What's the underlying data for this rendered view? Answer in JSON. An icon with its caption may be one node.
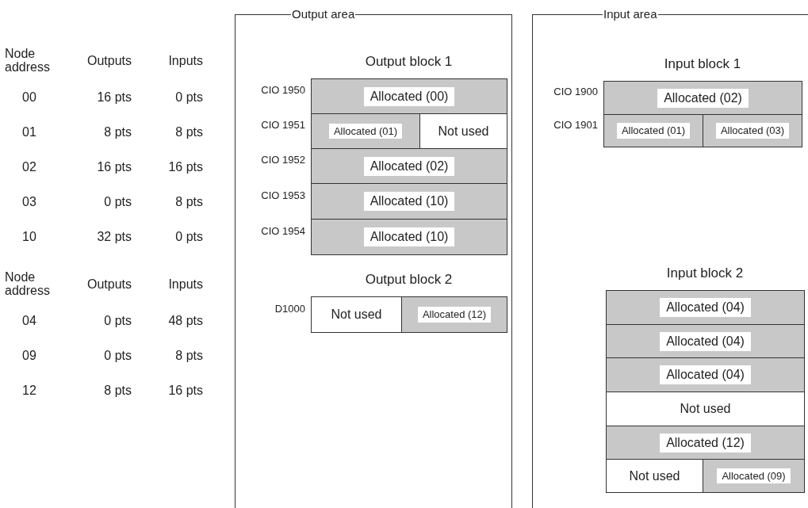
{
  "diagram": {
    "nodes": [
      {
        "text": [
          "Output area"
        ]
      },
      {
        "text": [
          "Output block 1"
        ],
        "in": 0
      },
      {
        "text": [
          "Allocated (00)"
        ],
        "in": 1,
        "beside": [
          "CIO 1950"
        ]
      },
      {
        "text": [
          "Allocated (01)"
        ],
        "in": 1,
        "beside": [
          "CIO 1951"
        ]
      },
      {
        "text": [
          "Not used"
        ],
        "in": 1
      },
      {
        "text": [
          "Allocated (02)"
        ],
        "in": 1,
        "beside": [
          "CIO 1952"
        ]
      },
      {
        "text": [
          "Allocated (10)"
        ],
        "in": 1,
        "beside": [
          "CIO 1953"
        ]
      },
      {
        "text": [
          "Allocated (10)"
        ],
        "in": 1,
        "beside": [
          "CIO 1954"
        ]
      },
      {
        "text": [
          "Output block 2"
        ],
        "in": 0
      },
      {
        "text": [
          "Not used"
        ],
        "in": 8,
        "beside": [
          "D1000"
        ]
      },
      {
        "text": [
          "Allocated (12)"
        ],
        "in": 8
      },
      {
        "text": [
          "Input area"
        ]
      },
      {
        "text": [
          "Input block 1"
        ],
        "in": 11
      },
      {
        "text": [
          "Allocated (02)"
        ],
        "in": 12,
        "beside": [
          "CIO 1900"
        ]
      },
      {
        "text": [
          "Allocated (01)"
        ],
        "in": 12,
        "beside": [
          "CIO 1901"
        ]
      },
      {
        "text": [
          "Allocated (03)"
        ],
        "in": 12
      },
      {
        "text": [
          "Input block 2"
        ],
        "in": 11
      },
      {
        "text": [
          "Allocated (04)"
        ],
        "in": 16
      },
      {
        "text": [
          "Allocated (04)"
        ],
        "in": 16
      },
      {
        "text": [
          "Allocated (04)"
        ],
        "in": 16
      },
      {
        "text": [
          "Not used"
        ],
        "in": 16
      },
      {
        "text": [
          "Allocated (12)"
        ],
        "in": 16
      },
      {
        "text": [
          "Not used"
        ],
        "in": 16
      },
      {
        "text": [
          "Allocated (09)"
        ],
        "in": 16
      }
    ],
    "labels": [
      "Node address",
      "Outputs",
      "Inputs",
      "00",
      "16 pts",
      "0 pts",
      "01",
      "8 pts",
      "8 pts",
      "02",
      "16 pts",
      "16 pts",
      "03",
      "0 pts",
      "8 pts",
      "10",
      "32 pts",
      "0 pts",
      "Node address",
      "Outputs",
      "Inputs",
      "04",
      "0 pts",
      "48 pts",
      "09",
      "0 pts",
      "8 pts",
      "12",
      "8 pts",
      "16 pts"
    ]
  }
}
